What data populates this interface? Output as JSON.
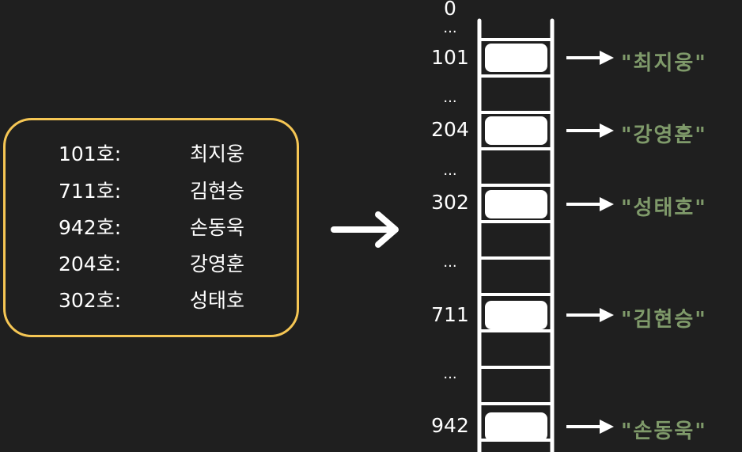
{
  "colors": {
    "background": "#1f1f1f",
    "box_border": "#f5c654",
    "text": "#ffffff",
    "value_text": "#7f9a6a"
  },
  "room_list": [
    {
      "room": "101호:",
      "name": "최지웅"
    },
    {
      "room": "711호:",
      "name": "김현승"
    },
    {
      "room": "942호:",
      "name": "손동욱"
    },
    {
      "room": "204호:",
      "name": "강영훈"
    },
    {
      "room": "302호:",
      "name": "성태호"
    }
  ],
  "table": {
    "start_index": "0",
    "ellipsis": "...",
    "entries": [
      {
        "index": "101",
        "value": "\"최지웅\""
      },
      {
        "index": "204",
        "value": "\"강영훈\""
      },
      {
        "index": "302",
        "value": "\"성태호\""
      },
      {
        "index": "711",
        "value": "\"김현승\""
      },
      {
        "index": "942",
        "value": "\"손동욱\""
      }
    ]
  },
  "icons": {
    "big_arrow": "arrow-right-icon",
    "entry_arrow": "arrow-right-icon"
  }
}
